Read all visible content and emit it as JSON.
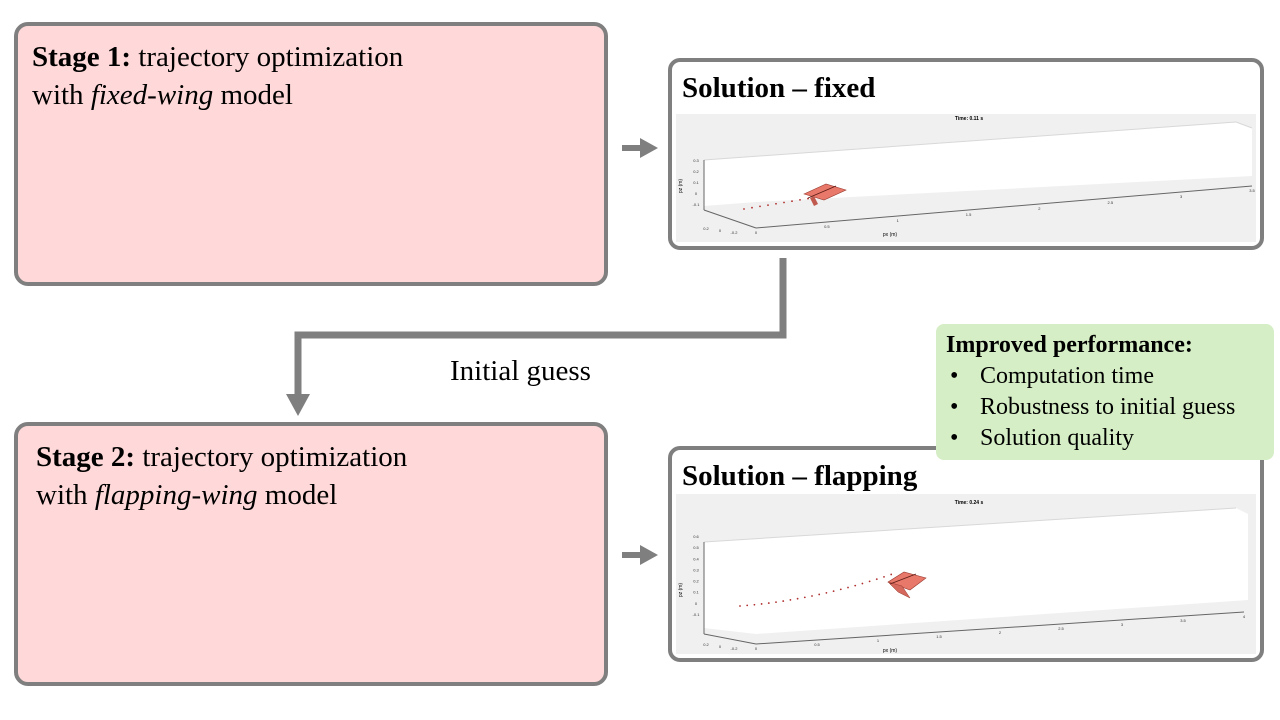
{
  "stage1": {
    "bold": "Stage 1:",
    "line1": " trajectory optimization",
    "prefix": "with ",
    "italic": "fixed-wing",
    "suffix": " model"
  },
  "stage2": {
    "bold": "Stage 2:",
    "line1": " trajectory optimization",
    "prefix": "with ",
    "italic": "flapping-wing",
    "suffix": " model"
  },
  "solution_fixed": {
    "title": "Solution – fixed",
    "time_label": "Time: 0.11 s",
    "x_axis_label": "px (m)",
    "z_axis_label": "pz (m)",
    "x_ticks": [
      "0",
      "0.5",
      "1",
      "1.5",
      "2",
      "2.5",
      "3",
      "3.5"
    ],
    "z_ticks": [
      "0.3",
      "0.2",
      "0.1",
      "0",
      "-0.1"
    ],
    "y_ticks": [
      "0.2",
      "0",
      "-0.2"
    ]
  },
  "solution_flapping": {
    "title": "Solution – flapping",
    "time_label": "Time: 0.24 s",
    "x_axis_label": "px (m)",
    "z_axis_label": "pz (m)",
    "x_ticks": [
      "0",
      "0.5",
      "1",
      "1.5",
      "2",
      "2.5",
      "3",
      "3.5",
      "4"
    ],
    "z_ticks": [
      "0.6",
      "0.5",
      "0.4",
      "0.3",
      "0.2",
      "0.1",
      "0",
      "-0.1"
    ],
    "y_ticks": [
      "0.2",
      "0",
      "-0.2"
    ]
  },
  "arrow_label": "Initial guess",
  "performance": {
    "title": "Improved performance:",
    "items": [
      "Computation time",
      "Robustness to initial guess",
      "Solution quality"
    ]
  },
  "colors": {
    "stage_fill": "#ffd9d9",
    "border": "#7f7f7f",
    "perf_fill": "#d5eec5",
    "wing": "#e8786a",
    "trajectory": "#b03030"
  }
}
